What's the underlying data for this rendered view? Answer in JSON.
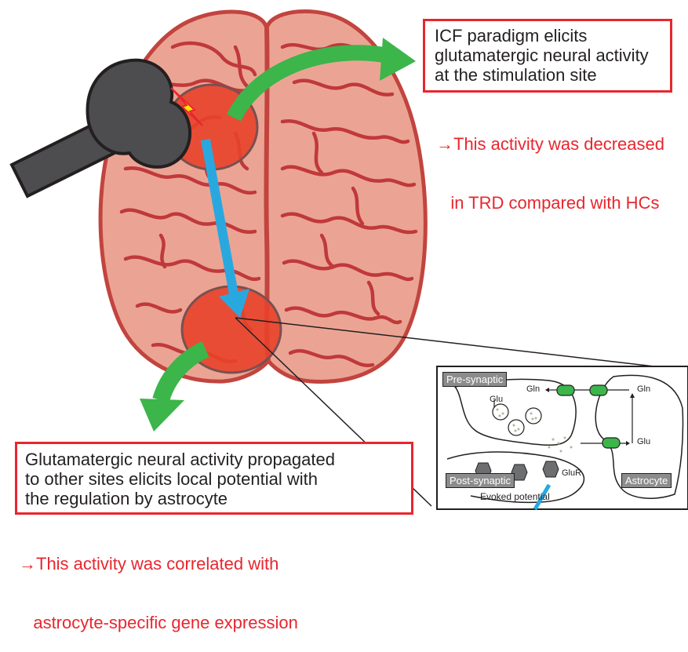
{
  "top_box": {
    "lines": [
      "ICF paradigm elicits",
      "glutamatergic neural activity",
      "at the stimulation site"
    ]
  },
  "top_note": {
    "lines": [
      "→This activity was decreased",
      "   in TRD compared with HCs"
    ]
  },
  "bottom_box": {
    "lines": [
      "Glutamatergic neural activity propagated",
      "to other sites elicits local potential with",
      "the regulation by astrocyte"
    ]
  },
  "bottom_note": {
    "lines": [
      "→This activity was correlated with",
      "   astrocyte-specific gene expression"
    ]
  },
  "synapse": {
    "pre_label": "Pre-synaptic",
    "post_label": "Post-synaptic",
    "astro_label": "Astrocyte",
    "gln_left": "Gln",
    "gln_right": "Gln",
    "glu_left": "Glu",
    "glu_right": "Glu",
    "glur": "GluR",
    "evoked": "Evoked potential"
  },
  "colors": {
    "brain_fill": "#eba494",
    "brain_outline": "#c2443f",
    "sulci": "#c0393a",
    "hotspot": "#e8422a",
    "green_arrow": "#3cb54a",
    "blue_arrow": "#29a8e0",
    "box_border": "#e8262e",
    "coil": "#4d4d4f",
    "transporter": "#3cb54a"
  }
}
